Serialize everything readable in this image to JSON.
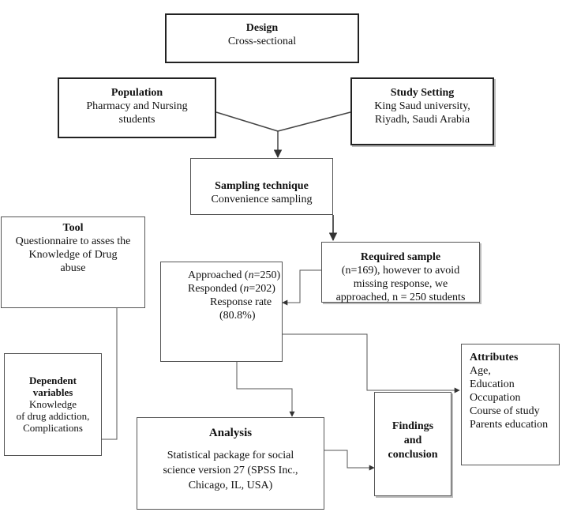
{
  "design": {
    "title": "Design",
    "lines": [
      "Cross-sectional"
    ]
  },
  "population": {
    "title": "Population",
    "lines": [
      "Pharmacy and Nursing",
      "students"
    ]
  },
  "setting": {
    "title": "Study Setting",
    "lines": [
      "King Saud university,",
      "Riyadh, Saudi Arabia"
    ]
  },
  "sampling": {
    "title": "Sampling technique",
    "lines": [
      "Convenience sampling"
    ]
  },
  "tool": {
    "title": "Tool",
    "lines": [
      "Questionnaire to asses the",
      "Knowledge of Drug",
      "abuse"
    ]
  },
  "required": {
    "title": "Required sample",
    "lines": [
      "(n=169), however to avoid",
      "missing response, we",
      "approached, n = 250 students"
    ]
  },
  "approached": {
    "line1_pre": "Approached (",
    "n": "n",
    "line1_post": "=250)",
    "line2_pre": "Responded (",
    "line2_post": "=202)",
    "line3": "Response rate",
    "line4": "(80.8%)"
  },
  "dependent": {
    "title_lines": [
      "Dependent",
      "variables"
    ],
    "lines": [
      "Knowledge",
      "of drug addiction,",
      "Complications"
    ]
  },
  "attributes": {
    "title": "Attributes",
    "lines": [
      "Age,",
      "Education",
      "Occupation",
      "Course of study",
      "Parents education"
    ]
  },
  "analysis": {
    "title": "Analysis",
    "lines": [
      "Statistical package for social",
      "science version 27 (SPSS Inc.,",
      "Chicago, IL, USA)"
    ]
  },
  "findings": {
    "title_lines": [
      "Findings",
      "and",
      "conclusion"
    ]
  },
  "colors": {
    "line": "#555555",
    "border": "#222222"
  }
}
